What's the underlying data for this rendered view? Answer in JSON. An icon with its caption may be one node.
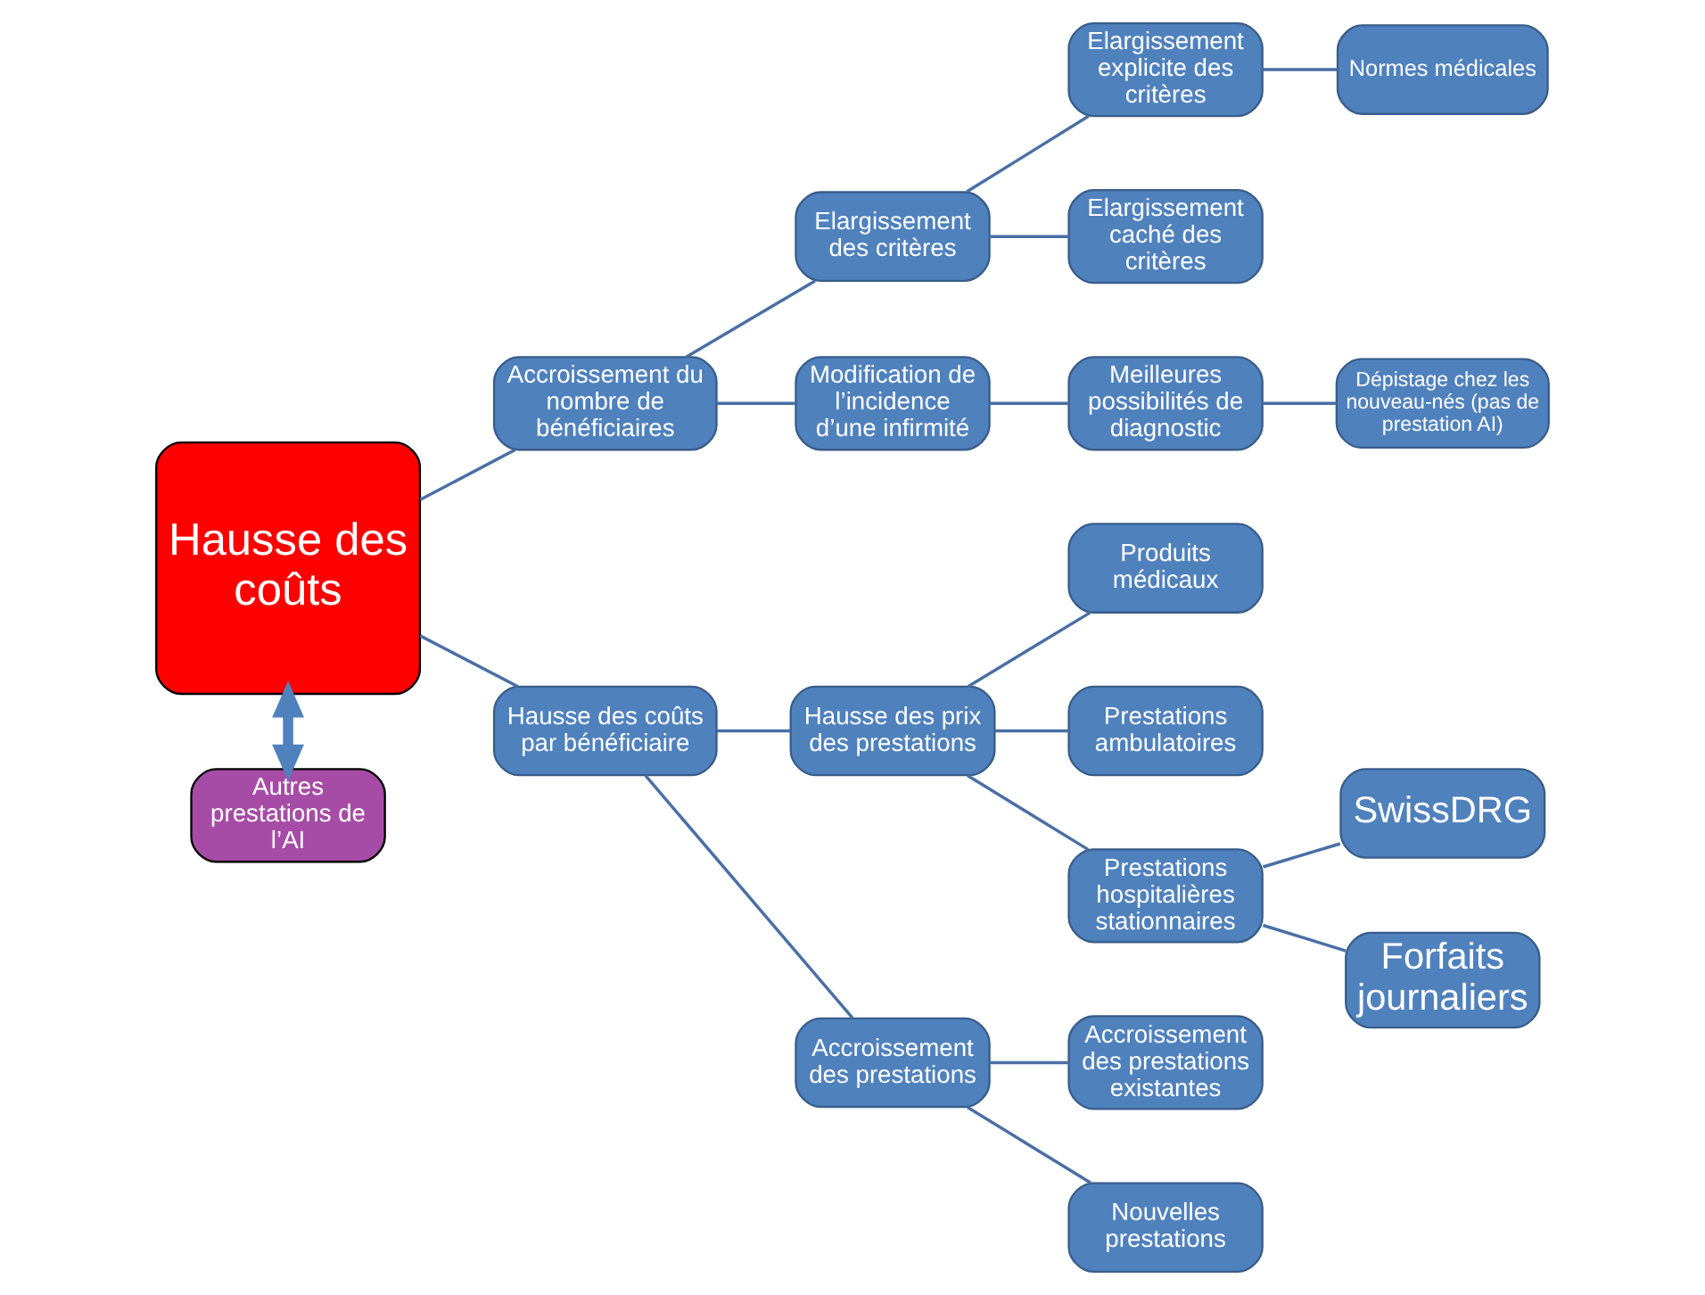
{
  "diagram": {
    "nodes": [
      {
        "text": [
          "Hausse des coûts"
        ]
      },
      {
        "text": [
          "Autres prestations de l’AI"
        ]
      },
      {
        "text": [
          "Accroissement du nombre de bénéficiaires"
        ]
      },
      {
        "text": [
          "Hausse des coûts par bénéficiaire"
        ]
      },
      {
        "text": [
          "Elargissement des critères"
        ]
      },
      {
        "text": [
          "Modification de l’incidence d’une infirmité"
        ]
      },
      {
        "text": [
          "Hausse des prix des prestations"
        ]
      },
      {
        "text": [
          "Accroissement des prestations"
        ]
      },
      {
        "text": [
          "Elargissement explicite des critères"
        ]
      },
      {
        "text": [
          "Elargissement caché des critères"
        ]
      },
      {
        "text": [
          "Meilleures possibilités de diagnostic"
        ]
      },
      {
        "text": [
          "Produits médicaux"
        ]
      },
      {
        "text": [
          "Prestations ambulatoires"
        ]
      },
      {
        "text": [
          "Prestations hospitalières stationnaires"
        ]
      },
      {
        "text": [
          "Accroissement des prestations existantes"
        ]
      },
      {
        "text": [
          "Nouvelles prestations"
        ]
      },
      {
        "text": [
          "Normes médicales"
        ]
      },
      {
        "text": [
          "Dépistage chez les nouveau-nés (pas de prestation AI)"
        ]
      },
      {
        "text": [
          "SwissDRG"
        ]
      },
      {
        "text": [
          "Forfaits journaliers"
        ]
      }
    ],
    "edges": [
      {
        "from": 0,
        "to": 1,
        "arrow": "both",
        "style": "thick",
        "color": "#4f81bd"
      },
      {
        "from": 0,
        "to": 2,
        "arrow": "none"
      },
      {
        "from": 0,
        "to": 3,
        "arrow": "none"
      },
      {
        "from": 2,
        "to": 4,
        "arrow": "none"
      },
      {
        "from": 2,
        "to": 5,
        "arrow": "none"
      },
      {
        "from": 3,
        "to": 6,
        "arrow": "none"
      },
      {
        "from": 3,
        "to": 7,
        "arrow": "none"
      },
      {
        "from": 4,
        "to": 8,
        "arrow": "none"
      },
      {
        "from": 4,
        "to": 9,
        "arrow": "none"
      },
      {
        "from": 5,
        "to": 10,
        "arrow": "none"
      },
      {
        "from": 6,
        "to": 11,
        "arrow": "none"
      },
      {
        "from": 6,
        "to": 12,
        "arrow": "none"
      },
      {
        "from": 6,
        "to": 13,
        "arrow": "none"
      },
      {
        "from": 7,
        "to": 14,
        "arrow": "none"
      },
      {
        "from": 7,
        "to": 15,
        "arrow": "none"
      },
      {
        "from": 8,
        "to": 16,
        "arrow": "none"
      },
      {
        "from": 10,
        "to": 17,
        "arrow": "none"
      },
      {
        "from": 13,
        "to": 18,
        "arrow": "none"
      },
      {
        "from": 13,
        "to": 19,
        "arrow": "none"
      }
    ]
  }
}
